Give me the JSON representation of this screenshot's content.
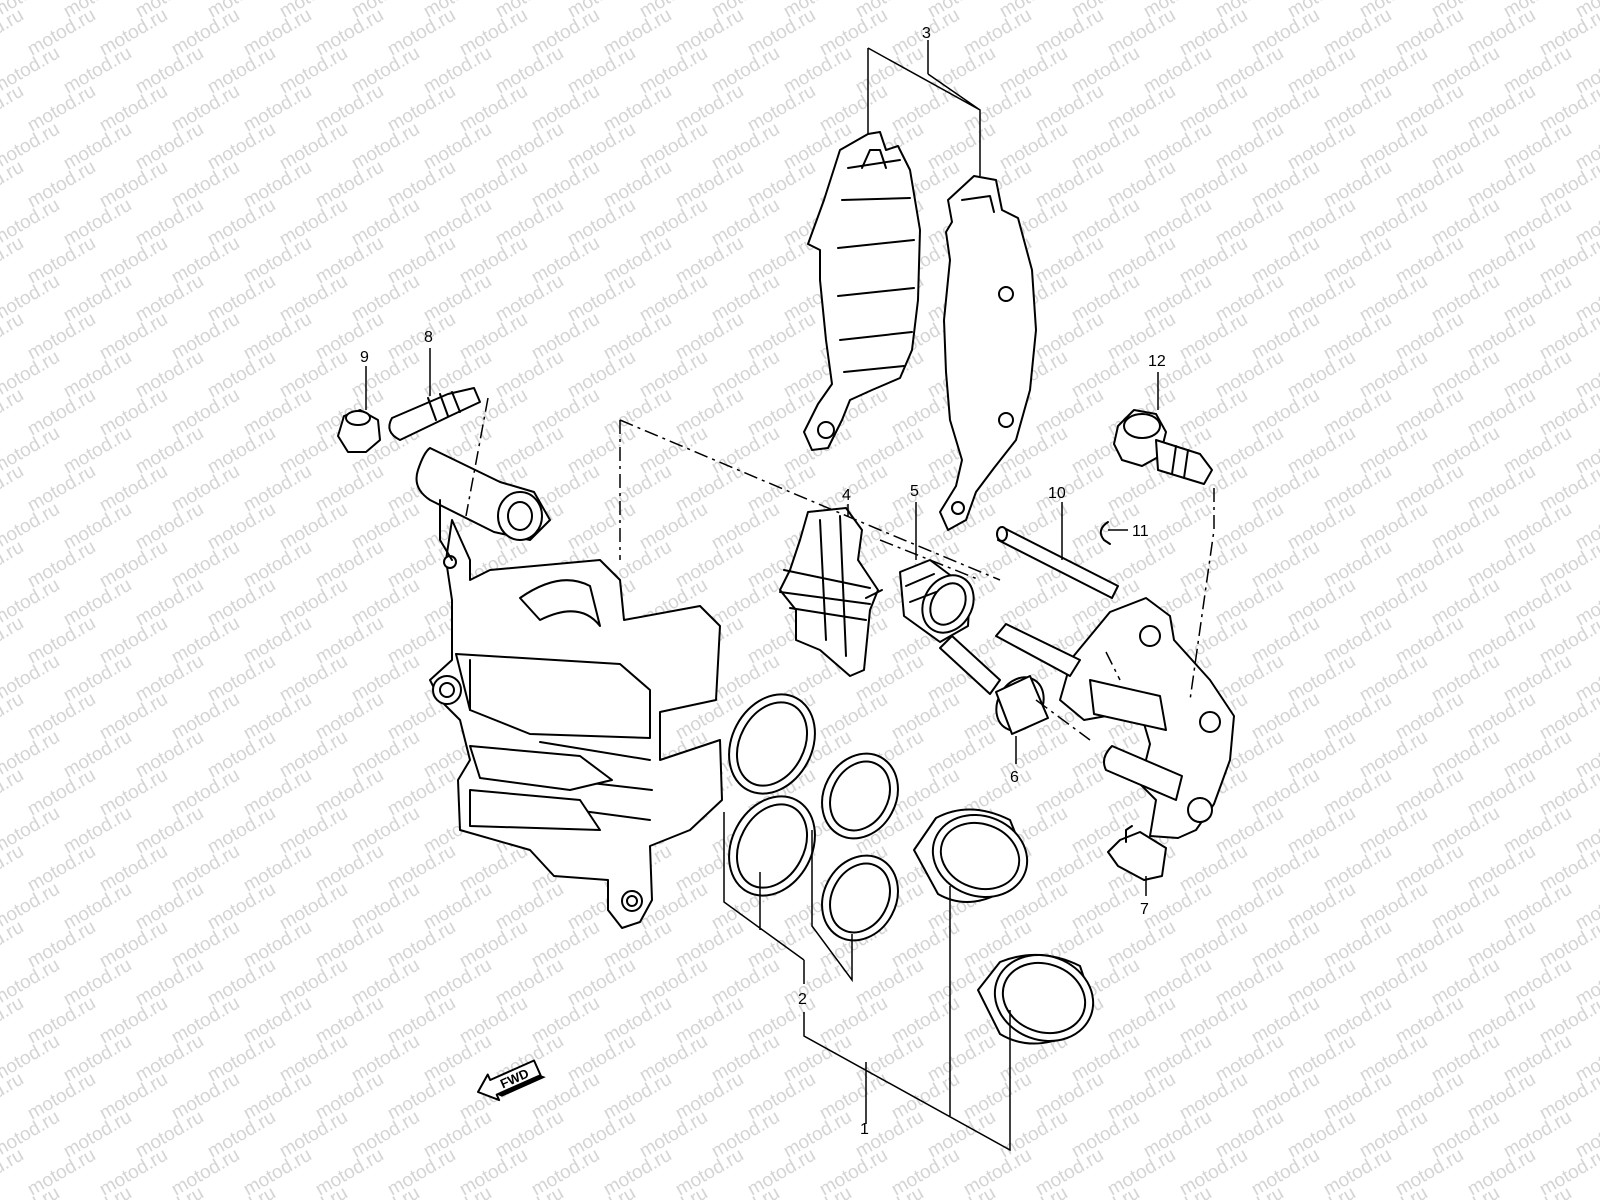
{
  "watermark": {
    "text": "motod.ru",
    "color": "#d4d4d4"
  },
  "callouts": [
    "1",
    "2",
    "3",
    "4",
    "5",
    "6",
    "7",
    "8",
    "9",
    "10",
    "11",
    "12"
  ],
  "direction_marker": {
    "label": "FWD",
    "icon": "arrow-left-icon"
  }
}
